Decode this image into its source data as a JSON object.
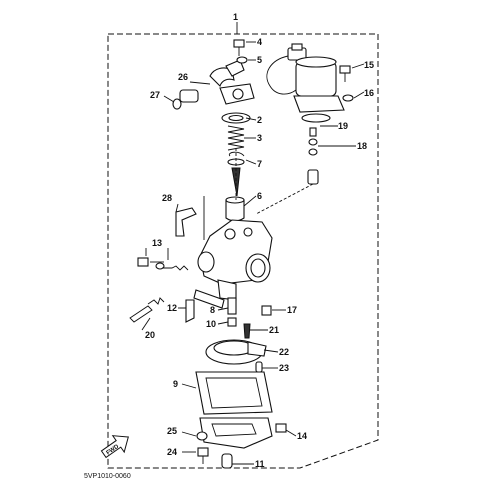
{
  "callouts": {
    "c1": "1",
    "c2": "2",
    "c3": "3",
    "c4": "4",
    "c5": "5",
    "c6": "6",
    "c7": "7",
    "c8": "8",
    "c9": "9",
    "c10": "10",
    "c11": "11",
    "c12": "12",
    "c13": "13",
    "c14": "14",
    "c15": "15",
    "c16": "16",
    "c17": "17",
    "c18": "18",
    "c19": "19",
    "c20": "20",
    "c21": "21",
    "c22": "22",
    "c23": "23",
    "c24": "24",
    "c25": "25",
    "c26": "26",
    "c27": "27",
    "c28": "28"
  },
  "fwd_label": "FWD",
  "diagram_code": "5VP1010-0060"
}
